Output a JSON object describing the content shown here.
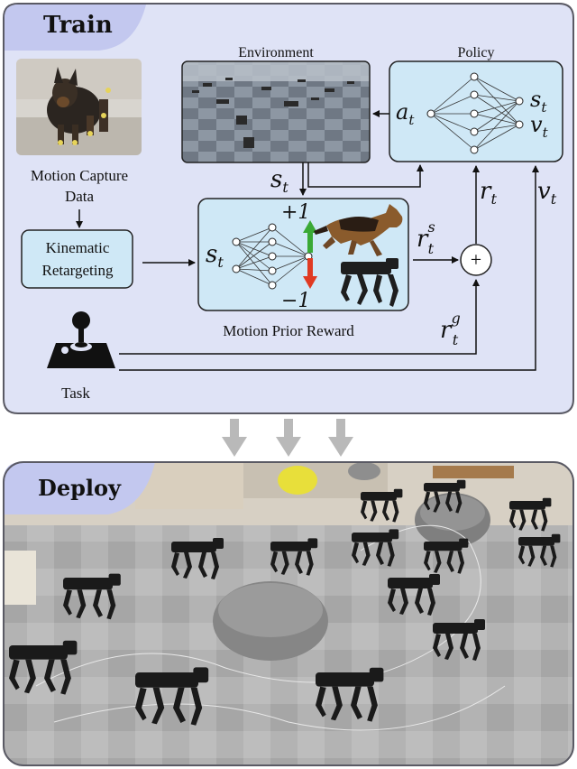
{
  "train": {
    "title": "Train",
    "environment_label": "Environment",
    "policy_label": "Policy",
    "mocap_label_line1": "Motion Capture",
    "mocap_label_line2": "Data",
    "retarget_line1": "Kinematic",
    "retarget_line2": "Retargeting",
    "prior_label": "Motion Prior Reward",
    "task_label": "Task",
    "plus_one": "+1",
    "minus_one": "−1",
    "plus_sign": "+"
  },
  "math": {
    "s_t": "s",
    "a_t": "a",
    "v_t": "v",
    "r_t": "r",
    "sub_t": "t",
    "sup_s": "s",
    "sup_g": "g"
  },
  "deploy": {
    "title": "Deploy"
  },
  "colors": {
    "panel_fill": "#dfe3f6",
    "panel_border": "#5a5a64",
    "tab_fill": "#c3c8ef",
    "box_fill": "#cfe8f6",
    "arrow_up": "#3aa935",
    "arrow_down": "#e03a22",
    "grey_arrow": "#b9b9b9"
  }
}
